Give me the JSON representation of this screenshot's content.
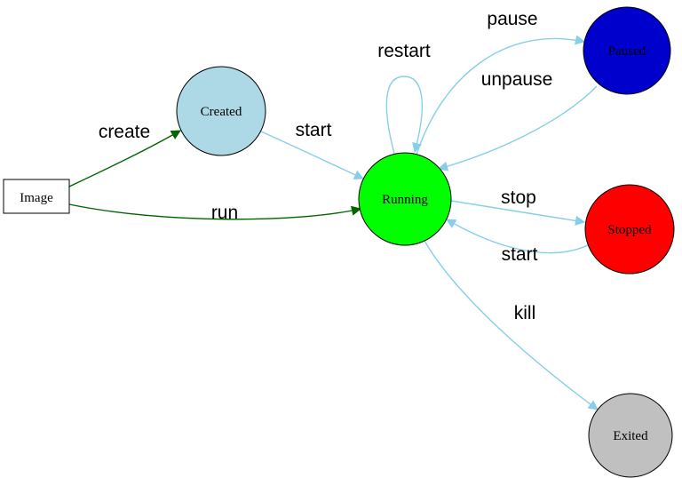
{
  "diagram": {
    "type": "state-diagram",
    "subject": "container lifecycle states",
    "background": "#ffffff",
    "nodes": [
      {
        "id": "image",
        "label": "Image",
        "shape": "rect",
        "fill": "#ffffff",
        "stroke": "#000080"
      },
      {
        "id": "created",
        "label": "Created",
        "shape": "circle",
        "fill": "#add8e6",
        "stroke": "#000000"
      },
      {
        "id": "running",
        "label": "Running",
        "shape": "circle",
        "fill": "#00ff00",
        "stroke": "#000000"
      },
      {
        "id": "paused",
        "label": "Paused",
        "shape": "circle",
        "fill": "#0000cd",
        "stroke": "#000000"
      },
      {
        "id": "stopped",
        "label": "Stopped",
        "shape": "circle",
        "fill": "#ff0000",
        "stroke": "#000000"
      },
      {
        "id": "exited",
        "label": "Exited",
        "shape": "circle",
        "fill": "#c0c0c0",
        "stroke": "#000000"
      }
    ],
    "edges": [
      {
        "from": "image",
        "to": "created",
        "label": "create",
        "color": "#006400"
      },
      {
        "from": "image",
        "to": "running",
        "label": "run",
        "color": "#006400"
      },
      {
        "from": "created",
        "to": "running",
        "label": "start",
        "color": "#87ceeb"
      },
      {
        "from": "running",
        "to": "running",
        "label": "restart",
        "color": "#87ceeb"
      },
      {
        "from": "running",
        "to": "paused",
        "label": "pause",
        "color": "#87ceeb"
      },
      {
        "from": "paused",
        "to": "running",
        "label": "unpause",
        "color": "#87ceeb"
      },
      {
        "from": "running",
        "to": "stopped",
        "label": "stop",
        "color": "#87ceeb"
      },
      {
        "from": "stopped",
        "to": "running",
        "label": "start",
        "color": "#87ceeb"
      },
      {
        "from": "running",
        "to": "exited",
        "label": "kill",
        "color": "#87ceeb"
      }
    ]
  }
}
